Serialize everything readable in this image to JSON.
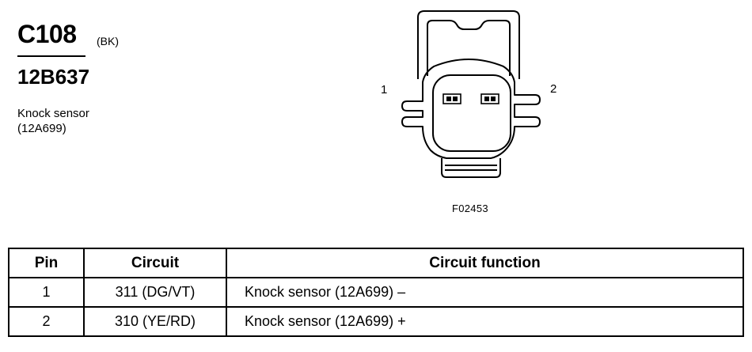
{
  "connector": {
    "code": "C108",
    "color": "(BK)",
    "part_number": "12B637",
    "description_line1": "Knock sensor",
    "description_line2": "(12A699)"
  },
  "diagram": {
    "pin1_label": "1",
    "pin2_label": "2",
    "figure_code": "F02453"
  },
  "table": {
    "headers": {
      "pin": "Pin",
      "circuit": "Circuit",
      "function": "Circuit function"
    },
    "rows": [
      {
        "pin": "1",
        "circuit": "311 (DG/VT)",
        "function": "Knock sensor (12A699) –"
      },
      {
        "pin": "2",
        "circuit": "310 (YE/RD)",
        "function": "Knock sensor (12A699) +"
      }
    ]
  }
}
